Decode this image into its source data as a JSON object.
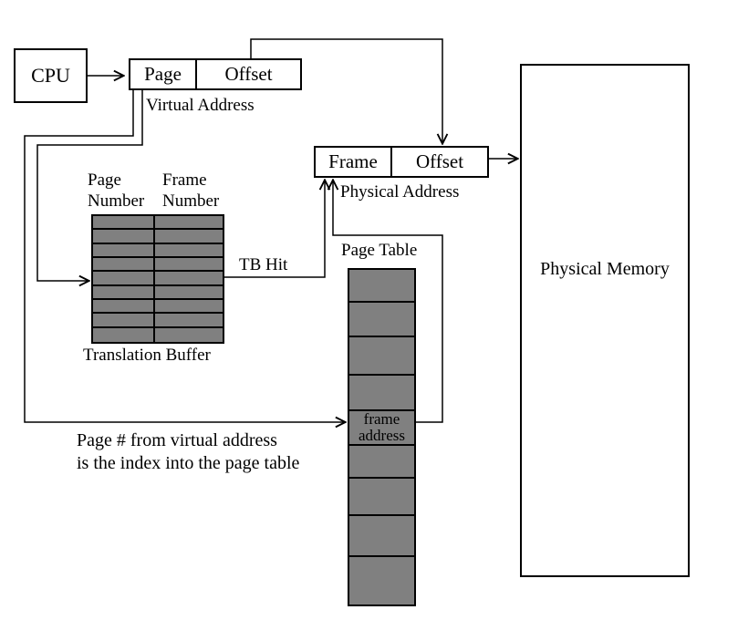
{
  "colors": {
    "background": "#ffffff",
    "line": "#000000",
    "table_cell_gray": "#808080"
  },
  "cpu": {
    "label": "CPU"
  },
  "virtual_address": {
    "page": "Page",
    "offset": "Offset",
    "caption": "Virtual Address"
  },
  "physical_address": {
    "frame": "Frame",
    "offset": "Offset",
    "caption": "Physical Address"
  },
  "translation_buffer": {
    "col1_header": "Page Number",
    "col2_header": "Frame Number",
    "caption": "Translation Buffer",
    "rows": 9,
    "columns": 2,
    "tb_hit_label": "TB Hit"
  },
  "page_table": {
    "caption": "Page Table",
    "rows": 9,
    "frame_cell_row": 5,
    "frame_cell_label": "frame address"
  },
  "physical_memory": {
    "label": "Physical Memory"
  },
  "annotation": {
    "line1": "Page # from virtual address",
    "line2": "is the index into the page table"
  }
}
